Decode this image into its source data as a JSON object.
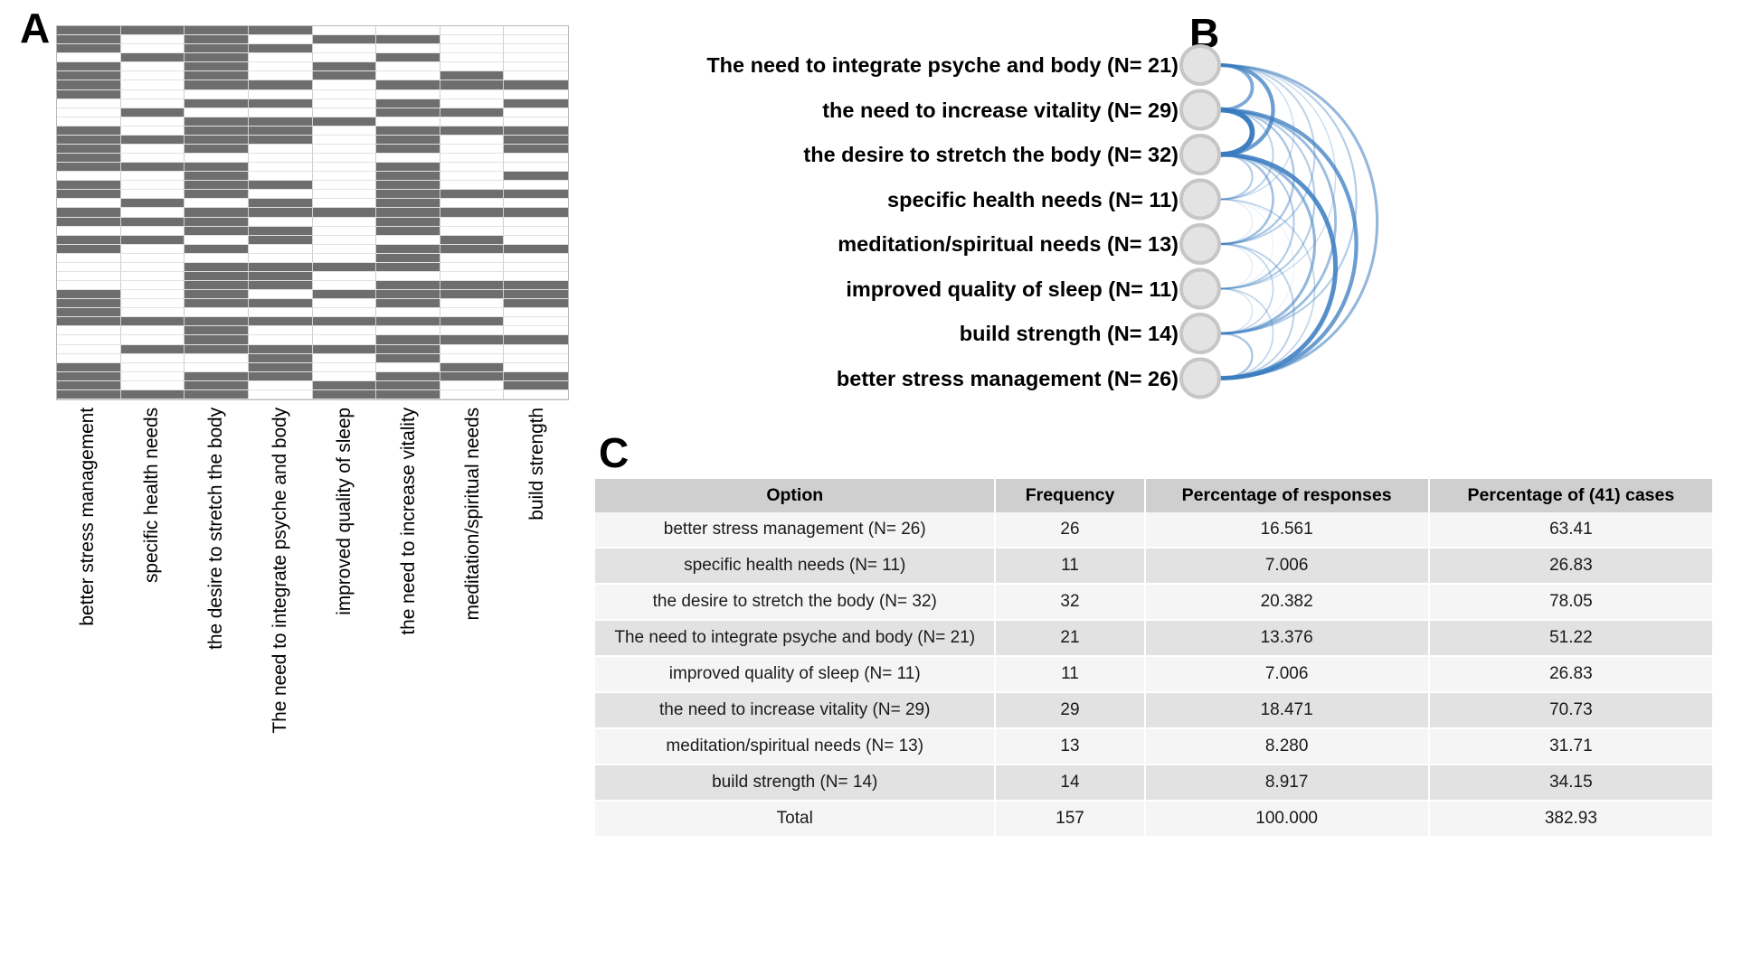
{
  "panels": {
    "a": {
      "letter": "A"
    },
    "b": {
      "letter": "B"
    },
    "c": {
      "letter": "C"
    }
  },
  "chart_data": [
    {
      "type": "heatmap",
      "id": "panel-a-cooccurrence-matrix",
      "title": "",
      "xlabel": "",
      "ylabel": "",
      "legend": "filled = option selected by respondent",
      "grid": true,
      "colors": {
        "on": "#6e6e6e",
        "off": "#ffffff",
        "gridline": "#cfcfcf"
      },
      "categories": [
        "better stress management",
        "specific health needs",
        "the desire to stretch the body",
        "The need to integrate psyche and body",
        "improved quality of sleep",
        "the need to increase vitality",
        "meditation/spiritual needs",
        "build strength"
      ],
      "n_rows": 41,
      "n_cols": 8,
      "column_totals": [
        26,
        11,
        32,
        21,
        11,
        29,
        13,
        14
      ],
      "values": [
        [
          1,
          1,
          1,
          1,
          0,
          0,
          0,
          0
        ],
        [
          1,
          0,
          1,
          0,
          1,
          1,
          0,
          0
        ],
        [
          1,
          0,
          1,
          1,
          0,
          0,
          0,
          0
        ],
        [
          0,
          1,
          1,
          0,
          0,
          1,
          0,
          0
        ],
        [
          1,
          0,
          1,
          0,
          1,
          0,
          0,
          0
        ],
        [
          1,
          0,
          1,
          0,
          1,
          0,
          1,
          0
        ],
        [
          1,
          0,
          1,
          1,
          0,
          1,
          1,
          1
        ],
        [
          1,
          0,
          0,
          0,
          0,
          0,
          0,
          0
        ],
        [
          0,
          0,
          1,
          1,
          0,
          1,
          0,
          1
        ],
        [
          0,
          1,
          0,
          0,
          0,
          1,
          1,
          0
        ],
        [
          0,
          0,
          1,
          1,
          1,
          0,
          0,
          0
        ],
        [
          1,
          0,
          1,
          1,
          0,
          1,
          1,
          1
        ],
        [
          1,
          1,
          1,
          1,
          0,
          1,
          0,
          1
        ],
        [
          1,
          0,
          1,
          0,
          0,
          1,
          0,
          1
        ],
        [
          1,
          0,
          0,
          0,
          0,
          0,
          0,
          0
        ],
        [
          1,
          1,
          1,
          0,
          0,
          1,
          0,
          0
        ],
        [
          0,
          0,
          1,
          0,
          0,
          1,
          0,
          1
        ],
        [
          1,
          0,
          1,
          1,
          0,
          1,
          0,
          0
        ],
        [
          1,
          0,
          1,
          0,
          0,
          1,
          1,
          1
        ],
        [
          0,
          1,
          0,
          1,
          0,
          1,
          0,
          0
        ],
        [
          1,
          0,
          1,
          1,
          1,
          1,
          1,
          1
        ],
        [
          1,
          1,
          1,
          0,
          0,
          1,
          0,
          0
        ],
        [
          0,
          0,
          1,
          1,
          0,
          1,
          0,
          0
        ],
        [
          1,
          1,
          0,
          1,
          0,
          0,
          1,
          0
        ],
        [
          1,
          0,
          1,
          0,
          0,
          1,
          1,
          1
        ],
        [
          0,
          0,
          0,
          0,
          0,
          1,
          0,
          0
        ],
        [
          0,
          0,
          1,
          1,
          1,
          1,
          0,
          0
        ],
        [
          0,
          0,
          1,
          1,
          0,
          0,
          0,
          0
        ],
        [
          0,
          0,
          1,
          1,
          0,
          1,
          1,
          1
        ],
        [
          1,
          0,
          1,
          0,
          1,
          1,
          1,
          1
        ],
        [
          1,
          0,
          1,
          1,
          0,
          1,
          0,
          1
        ],
        [
          1,
          0,
          0,
          0,
          0,
          0,
          0,
          0
        ],
        [
          1,
          1,
          1,
          1,
          1,
          1,
          1,
          0
        ],
        [
          0,
          0,
          1,
          0,
          0,
          0,
          0,
          0
        ],
        [
          0,
          0,
          1,
          0,
          0,
          1,
          1,
          1
        ],
        [
          0,
          1,
          1,
          1,
          1,
          1,
          0,
          0
        ],
        [
          0,
          0,
          0,
          1,
          0,
          1,
          0,
          0
        ],
        [
          1,
          0,
          0,
          1,
          0,
          0,
          1,
          0
        ],
        [
          1,
          0,
          1,
          1,
          0,
          1,
          1,
          1
        ],
        [
          1,
          0,
          1,
          0,
          1,
          1,
          0,
          1
        ],
        [
          1,
          1,
          1,
          0,
          1,
          1,
          0,
          0
        ]
      ]
    },
    {
      "type": "chord",
      "id": "panel-b-arc-diagram",
      "title": "",
      "legend_position": "none",
      "node_color": "#e3e3e3",
      "node_stroke": "#c6c6c6",
      "arc_color": "#3a7cc0",
      "nodes": [
        {
          "label": "The need to integrate psyche and body (N= 21)",
          "n": 21
        },
        {
          "label": "the need to increase vitality (N= 29)",
          "n": 29
        },
        {
          "label": "the desire to stretch the body (N= 32)",
          "n": 32
        },
        {
          "label": "specific health needs (N= 11)",
          "n": 11
        },
        {
          "label": "meditation/spiritual needs (N= 13)",
          "n": 13
        },
        {
          "label": "improved quality of sleep (N= 11)",
          "n": 11
        },
        {
          "label": "build strength (N= 14)",
          "n": 14
        },
        {
          "label": "better stress management (N= 26)",
          "n": 26
        }
      ],
      "links": [
        {
          "source": 0,
          "target": 1,
          "weight": 16
        },
        {
          "source": 0,
          "target": 2,
          "weight": 18
        },
        {
          "source": 0,
          "target": 3,
          "weight": 6
        },
        {
          "source": 0,
          "target": 4,
          "weight": 8
        },
        {
          "source": 0,
          "target": 5,
          "weight": 6
        },
        {
          "source": 0,
          "target": 6,
          "weight": 9
        },
        {
          "source": 0,
          "target": 7,
          "weight": 13
        },
        {
          "source": 1,
          "target": 2,
          "weight": 24
        },
        {
          "source": 1,
          "target": 3,
          "weight": 8
        },
        {
          "source": 1,
          "target": 4,
          "weight": 10
        },
        {
          "source": 1,
          "target": 5,
          "weight": 9
        },
        {
          "source": 1,
          "target": 6,
          "weight": 12
        },
        {
          "source": 1,
          "target": 7,
          "weight": 18
        },
        {
          "source": 2,
          "target": 3,
          "weight": 9
        },
        {
          "source": 2,
          "target": 4,
          "weight": 11
        },
        {
          "source": 2,
          "target": 5,
          "weight": 9
        },
        {
          "source": 2,
          "target": 6,
          "weight": 13
        },
        {
          "source": 2,
          "target": 7,
          "weight": 21
        },
        {
          "source": 3,
          "target": 4,
          "weight": 4
        },
        {
          "source": 3,
          "target": 5,
          "weight": 3
        },
        {
          "source": 3,
          "target": 6,
          "weight": 3
        },
        {
          "source": 3,
          "target": 7,
          "weight": 7
        },
        {
          "source": 4,
          "target": 5,
          "weight": 4
        },
        {
          "source": 4,
          "target": 6,
          "weight": 7
        },
        {
          "source": 4,
          "target": 7,
          "weight": 8
        },
        {
          "source": 5,
          "target": 6,
          "weight": 5
        },
        {
          "source": 5,
          "target": 7,
          "weight": 7
        },
        {
          "source": 6,
          "target": 7,
          "weight": 10
        }
      ]
    },
    {
      "type": "table",
      "id": "panel-c-frequency-table",
      "title": "",
      "columns": [
        "Option",
        "Frequency",
        "Percentage of responses",
        "Percentage of (41) cases"
      ],
      "rows": [
        [
          "better stress management (N= 26)",
          "26",
          "16.561",
          "63.41"
        ],
        [
          "specific health needs (N= 11)",
          "11",
          "7.006",
          "26.83"
        ],
        [
          "the desire to stretch the body (N= 32)",
          "32",
          "20.382",
          "78.05"
        ],
        [
          "The need to integrate psyche and body (N= 21)",
          "21",
          "13.376",
          "51.22"
        ],
        [
          "improved quality of sleep (N= 11)",
          "11",
          "7.006",
          "26.83"
        ],
        [
          "the need to increase vitality (N= 29)",
          "29",
          "18.471",
          "70.73"
        ],
        [
          "meditation/spiritual needs (N= 13)",
          "13",
          "8.280",
          "31.71"
        ],
        [
          "build strength (N= 14)",
          "14",
          "8.917",
          "34.15"
        ],
        [
          "Total",
          "157",
          "100.000",
          "382.93"
        ]
      ]
    }
  ]
}
